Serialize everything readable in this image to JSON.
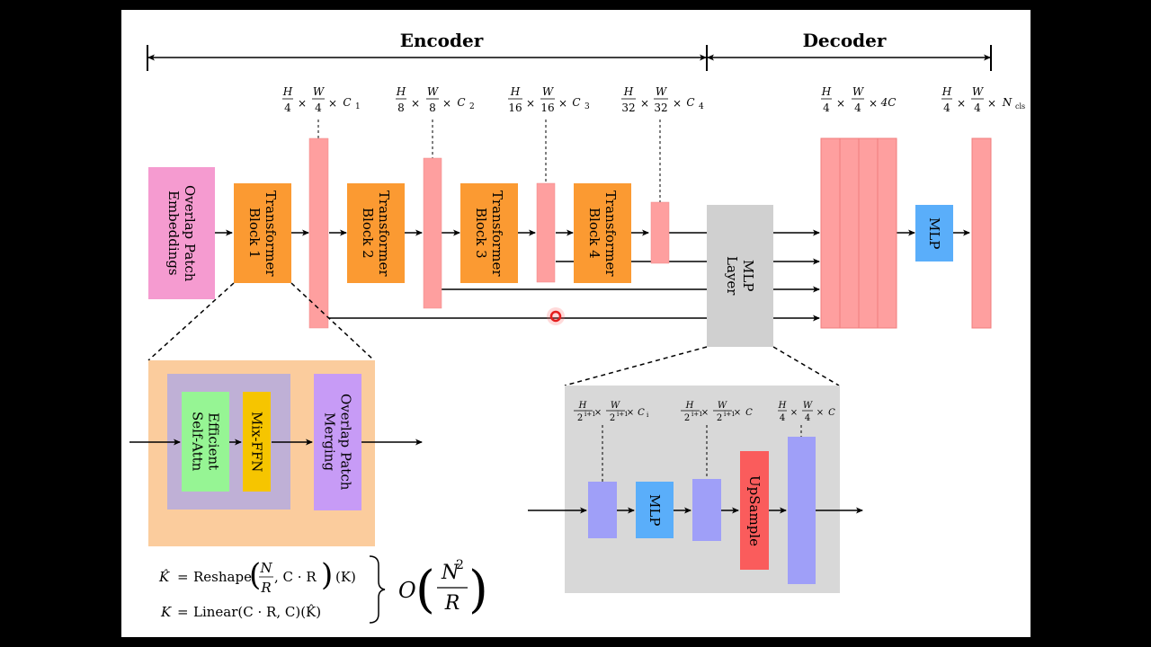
{
  "header": {
    "encoder_label": "Encoder",
    "decoder_label": "Decoder"
  },
  "blocks": {
    "overlap_patch_embeddings": "Overlap Patch Embeddings",
    "transformer_block_1": "Transformer Block 1",
    "transformer_block_2": "Transformer Block 2",
    "transformer_block_3": "Transformer Block 3",
    "transformer_block_4": "Transformer Block 4",
    "mlp_layer": "MLP Layer",
    "decoder_mlp": "MLP"
  },
  "encoder_detail": {
    "efficient_self_attn": "Efficient Self-Attn",
    "mix_ffn": "Mix-FFN",
    "overlap_patch_merging": "Overlap Patch Merging"
  },
  "decoder_detail": {
    "mlp": "MLP",
    "upsample": "UpSample"
  },
  "dims": {
    "d1": [
      "H",
      "4",
      "W",
      "4",
      "C",
      "1"
    ],
    "d2": [
      "H",
      "8",
      "W",
      "8",
      "C",
      "2"
    ],
    "d3": [
      "H",
      "16",
      "W",
      "16",
      "C",
      "3"
    ],
    "d4": [
      "H",
      "32",
      "W",
      "32",
      "C",
      "4"
    ],
    "d5": [
      "H",
      "4",
      "W",
      "4",
      "4C"
    ],
    "d6": [
      "H",
      "4",
      "W",
      "4",
      "N",
      "cls"
    ],
    "det1": [
      "H",
      "2",
      "i+1",
      "W",
      "2",
      "i+1",
      "C",
      "i"
    ],
    "det2": [
      "H",
      "2",
      "i+1",
      "W",
      "2",
      "i+1",
      "C"
    ],
    "det3": [
      "H",
      "4",
      "W",
      "4",
      "C"
    ]
  },
  "times": "×",
  "equations": {
    "eq1": {
      "khat": "K̂",
      "eq": "=",
      "reshape": "Reshape",
      "N": "N",
      "R": "R",
      "rest": ", C · R",
      "tail": "(K)"
    },
    "eq2": {
      "k": "K",
      "eq": "=",
      "linear": "Linear(C · R, C)(K̂)"
    },
    "complexity": {
      "O": "O",
      "N2": "N",
      "sup": "2",
      "R": "R"
    }
  },
  "colors": {
    "pink": "#f59bd0",
    "orange": "#fb9a32",
    "salmon": "#fe9f9f",
    "gray": "#d0d0d0",
    "blue": "#5aaefa",
    "peach": "#fbcc9d",
    "lavender": "#bfb0d6",
    "green": "#96f594",
    "yellow": "#f6c500",
    "purple": "#c79bf6",
    "periwinkle": "#9f9ff8",
    "red": "#fa5c5c",
    "light_gray": "#d8d8d8"
  }
}
